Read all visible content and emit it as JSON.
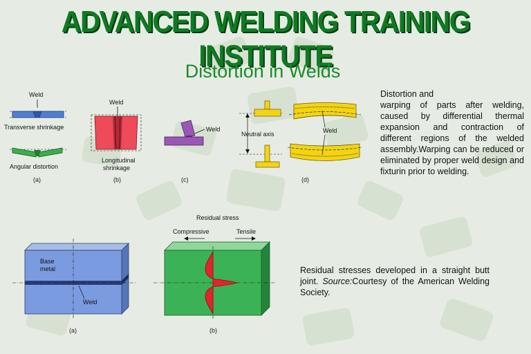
{
  "slide": {
    "title": "ADVANCED WELDING TRAINING INSTITUTE",
    "subtitle": "Distortion in Welds",
    "description_top_first": "Distortion and",
    "description_top": "warping of parts after welding, caused by differential thermal expansion and contraction of different regions of the welded assembly.Warping can be reduced or eliminated by proper weld design and fixturin prior to welding.",
    "description_bottom_main": "Residual stresses developed in a straight butt joint. ",
    "description_bottom_source_label": "Source:",
    "description_bottom_source": "Courtesy of the American Welding Society."
  },
  "figure_top": {
    "weld_label": "Weld",
    "transverse": "Transverse shrinkage",
    "angular": "Angular distortion",
    "longitudinal_1": "Longitudinal",
    "longitudinal_2": "shrinkage",
    "neutral_axis": "Neutral axis",
    "cap_a": "(a)",
    "cap_b": "(b)",
    "cap_c": "(c)",
    "cap_d": "(d)"
  },
  "figure_bottom": {
    "base_metal_1": "Base",
    "base_metal_2": "metal",
    "weld_label": "Weld",
    "residual_stress": "Residual stress",
    "compressive": "Compressive",
    "tensile": "Tensile",
    "cap_a": "(a)",
    "cap_b": "(b)"
  },
  "colors": {
    "title": "#0f7a22",
    "blue_plate": "#6f93d6",
    "red_part": "#ee4a5a",
    "purple_part": "#9a58b6",
    "yellow_part": "#f2d414",
    "green_part": "#40b25a",
    "stress": "#e3242b"
  }
}
